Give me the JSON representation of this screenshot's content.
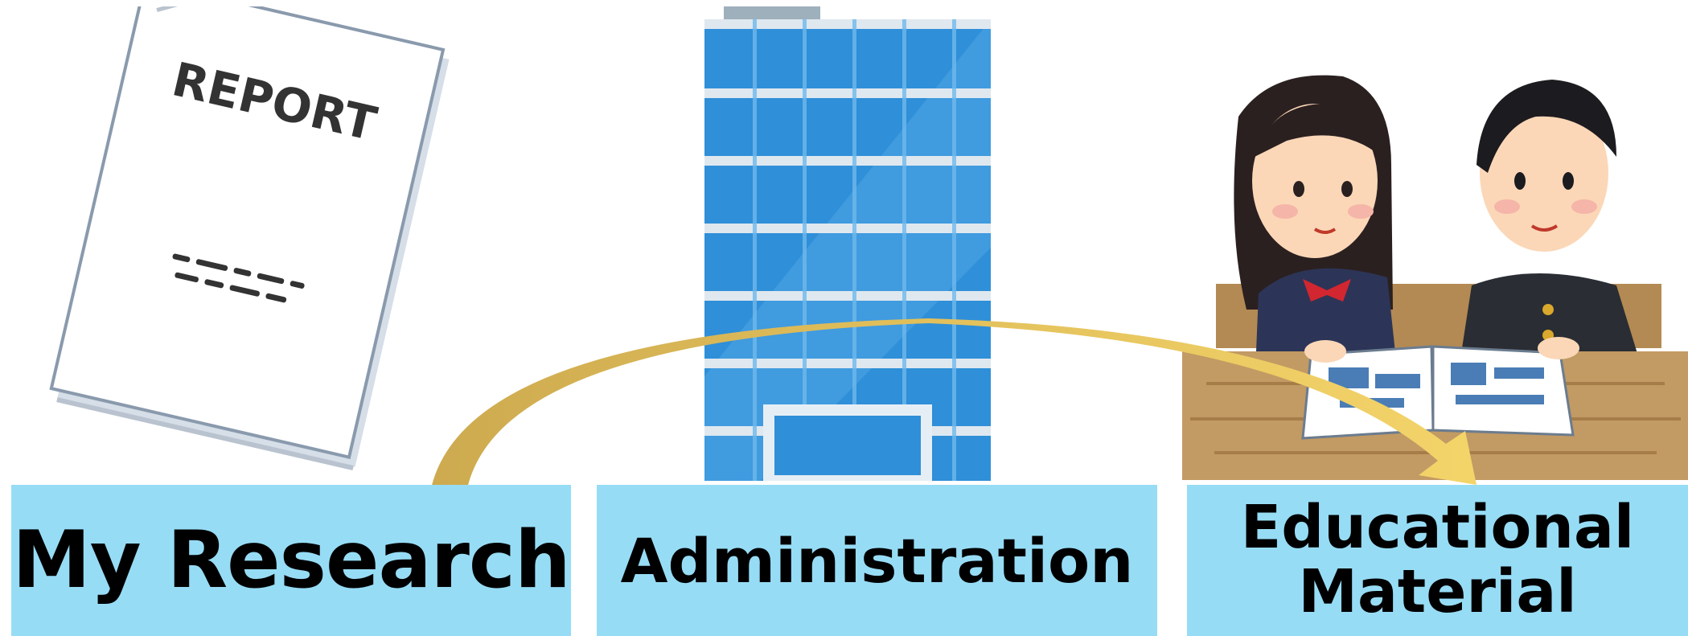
{
  "illustrations": {
    "report": {
      "cover_text": "REPORT"
    }
  },
  "labels": {
    "research": "My Research",
    "administration": "Administration",
    "educational": "Educational\nMaterial"
  },
  "colors": {
    "label_background": "#97dcf5",
    "arrow_gold": "#cdaa4f",
    "arrow_yellow": "#f2d468",
    "building_blue": "#2f8fd8",
    "paper_outline": "#8a9aad"
  },
  "icons": [
    "report-document-icon",
    "office-building-icon",
    "students-studying-icon",
    "flow-arrow"
  ]
}
